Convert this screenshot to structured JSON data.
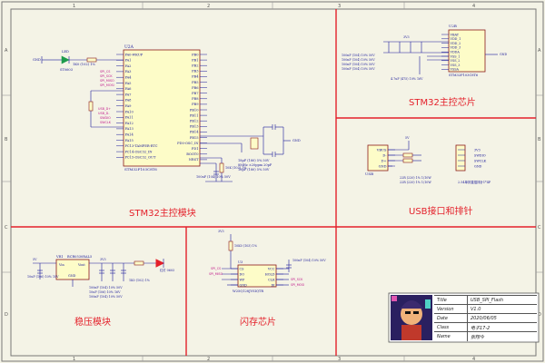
{
  "sections": {
    "stm32_chip": "STM32主控芯片",
    "stm32_module": "STM32主控模块",
    "usb_header": "USB接口和排针",
    "regulator": "稳压模块",
    "flash": "闪存芯片"
  },
  "border": {
    "cols": [
      "1",
      "2",
      "3",
      "4"
    ],
    "rows": [
      "A",
      "B",
      "C",
      "D"
    ]
  },
  "title_block": {
    "labels": [
      "Title",
      "Version",
      "Date",
      "Class",
      "Name"
    ],
    "values": [
      "USB_SPI_Flash",
      "V1.0",
      "2020/06/05",
      "电子17-2",
      "张翔今"
    ]
  },
  "parts": {
    "u2a": "U2A",
    "u2a_part": "STM32F103C8T6",
    "u2a_left_pins": [
      "PA0-WKUP",
      "PA1",
      "PA2",
      "PA3",
      "PA4",
      "PA5",
      "PA6",
      "PA7",
      "PA8",
      "PA9",
      "PA10",
      "PA11",
      "PA12",
      "PA13",
      "PA14",
      "PA15",
      "PC13-TAMPER-RTC",
      "PC14-OSC32_IN",
      "PC15-OSC32_OUT"
    ],
    "u2a_right_pins": [
      "PB0",
      "PB1",
      "PB2",
      "PB3",
      "PB4",
      "PB5",
      "PB6",
      "PB7",
      "PB8",
      "PB9",
      "PB10",
      "PB11",
      "PB12",
      "PB13",
      "PB14",
      "PB15",
      "PD0-OSC_IN",
      "PD1",
      "BOOT0",
      "NRST"
    ],
    "u2b": "U2B",
    "u2b_part": "STM32F103C8T6",
    "u2b_pins": [
      "VBAT",
      "VDD_1",
      "VDD_2",
      "VDD_3",
      "VDDA",
      "VSS_1",
      "VSS_2",
      "VSS_3",
      "VSSA"
    ],
    "u2b_caps": [
      "100nF (104) 10% 50V",
      "100nF (104) 10% 50V",
      "100nF (104) 10% 50V",
      "100nF (104) 10% 50V"
    ],
    "u2b_cap_bottom": "4.7uF (475) 10% 16V",
    "usb": "USB",
    "usb_pins": [
      "VBUS",
      "D-",
      "D+",
      "GND"
    ],
    "usb_res": [
      "22R (220) 1% 1/10W",
      "22R (220) 1% 1/10W"
    ],
    "header": "2.54单排直插排针1*4P",
    "header_pins": [
      "3V3",
      "SWDIO",
      "SWCLK",
      "GND"
    ],
    "led_label": "LED",
    "led_part": "ST0603",
    "r1_label": "1K0 (102) 1%",
    "xtal": "8MHz ±20ppm 20pF",
    "xtal_caps": [
      "18pF (180) 5% 50V",
      "18pF (180) 5% 50V"
    ],
    "rst_res": "10K (103) 1%",
    "rst_cap": "100nF (104) 10% 50V",
    "reg": "VR1",
    "reg_part": "BCR0530RAL5",
    "reg_pins": [
      "Vin",
      "Vout",
      "GND"
    ],
    "reg_caps": [
      "10uF (106) 10% 10V",
      "100nF (104) 10% 50V",
      "10uF (106) 10% 16V",
      "100nF (104) 10% 50V"
    ],
    "pwr_led": "红灯 0603",
    "pwr_res": "1K0 (102) 1%",
    "flash_ic": "U3",
    "flash_part": "W25Q128JVSIQTR",
    "flash_left_pins": [
      "CS",
      "DO",
      "WP",
      "GND"
    ],
    "flash_right_pins": [
      "VCC",
      "HOLD",
      "CLK",
      "DI"
    ],
    "flash_res": "10K0 (103) 1%",
    "flash_cap": "100nF (104) 10% 50V",
    "net_labels": [
      "3V3",
      "GND",
      "5V",
      "SPI_CS",
      "SPI_SCK",
      "SPI_MISO",
      "SPI_MOSI",
      "SWDIO",
      "SWCLK",
      "USB_D-",
      "USB_D+"
    ]
  }
}
